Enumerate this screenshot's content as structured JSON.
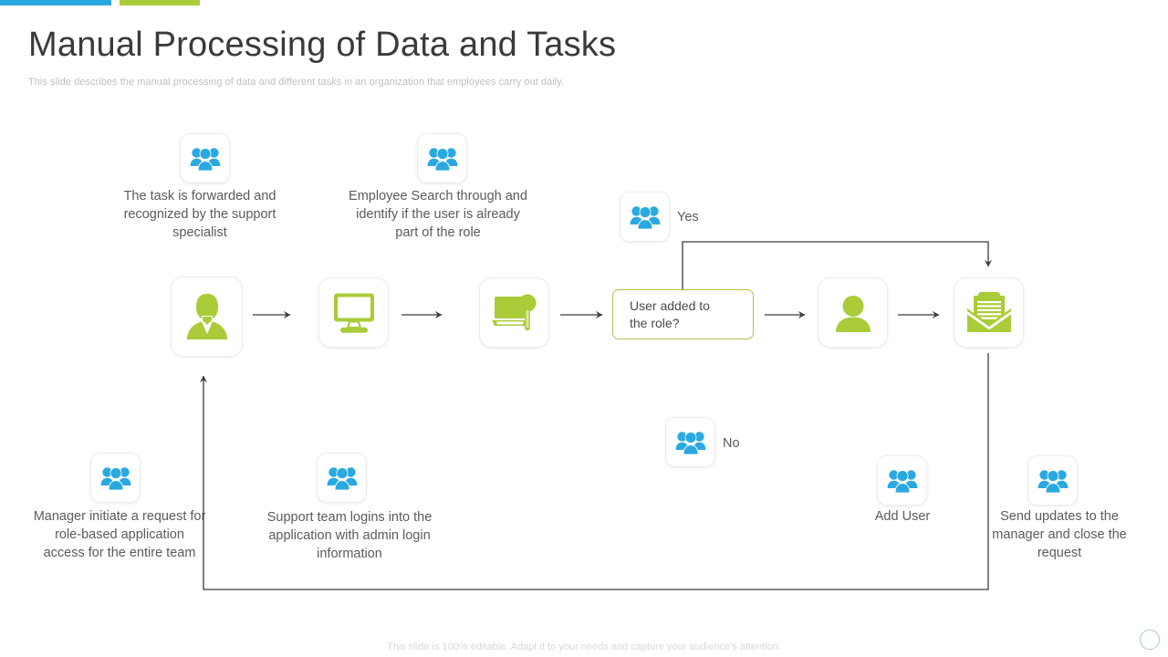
{
  "header": {
    "title": "Manual Processing of Data and Tasks",
    "subtitle": "This slide describes the manual processing of data and different tasks in an organization that employees carry out daily."
  },
  "footer": {
    "note": "This slide is 100% editable. Adapt it to your needs and capture your audience's attention."
  },
  "colors": {
    "accent_blue": "#29A9DF",
    "accent_green": "#A9CC38",
    "icon_blue": "#29A9E0",
    "icon_green": "#A9CC38",
    "decision_border": "#BCBC4E",
    "connector": "#3C3C3C",
    "title_text": "#3A3A3A",
    "body_text": "#5B5B5B",
    "muted_text": "#BFBFBF"
  },
  "flow": {
    "decision": {
      "line1": "User added to",
      "line2": "the role?"
    },
    "branch_yes": "Yes",
    "branch_no": "No",
    "steps": [
      {
        "id": "manager-initiate",
        "icon": "people-icon",
        "caption": "Manager initiate a request for role-based application access for the entire team"
      },
      {
        "id": "support-team-login",
        "icon": "people-icon",
        "caption": "Support team logins into the application with admin login information"
      },
      {
        "id": "task-forwarded",
        "icon": "people-icon",
        "caption": "The task is forwarded and recognized by the support specialist"
      },
      {
        "id": "employee-search",
        "icon": "people-icon",
        "caption": "Employee Search through and identify if the user is already part of the role"
      },
      {
        "id": "add-user",
        "icon": "people-icon",
        "caption": "Add User"
      },
      {
        "id": "send-updates",
        "icon": "people-icon",
        "caption": "Send updates to the manager and close the request"
      }
    ],
    "process_icons": [
      {
        "id": "support-specialist",
        "icon": "businesswoman-icon"
      },
      {
        "id": "application-desktop",
        "icon": "monitor-icon"
      },
      {
        "id": "employee-search-laptop",
        "icon": "laptop-search-icon"
      },
      {
        "id": "user-profile",
        "icon": "user-icon"
      },
      {
        "id": "document-envelope",
        "icon": "document-envelope-icon"
      }
    ]
  }
}
